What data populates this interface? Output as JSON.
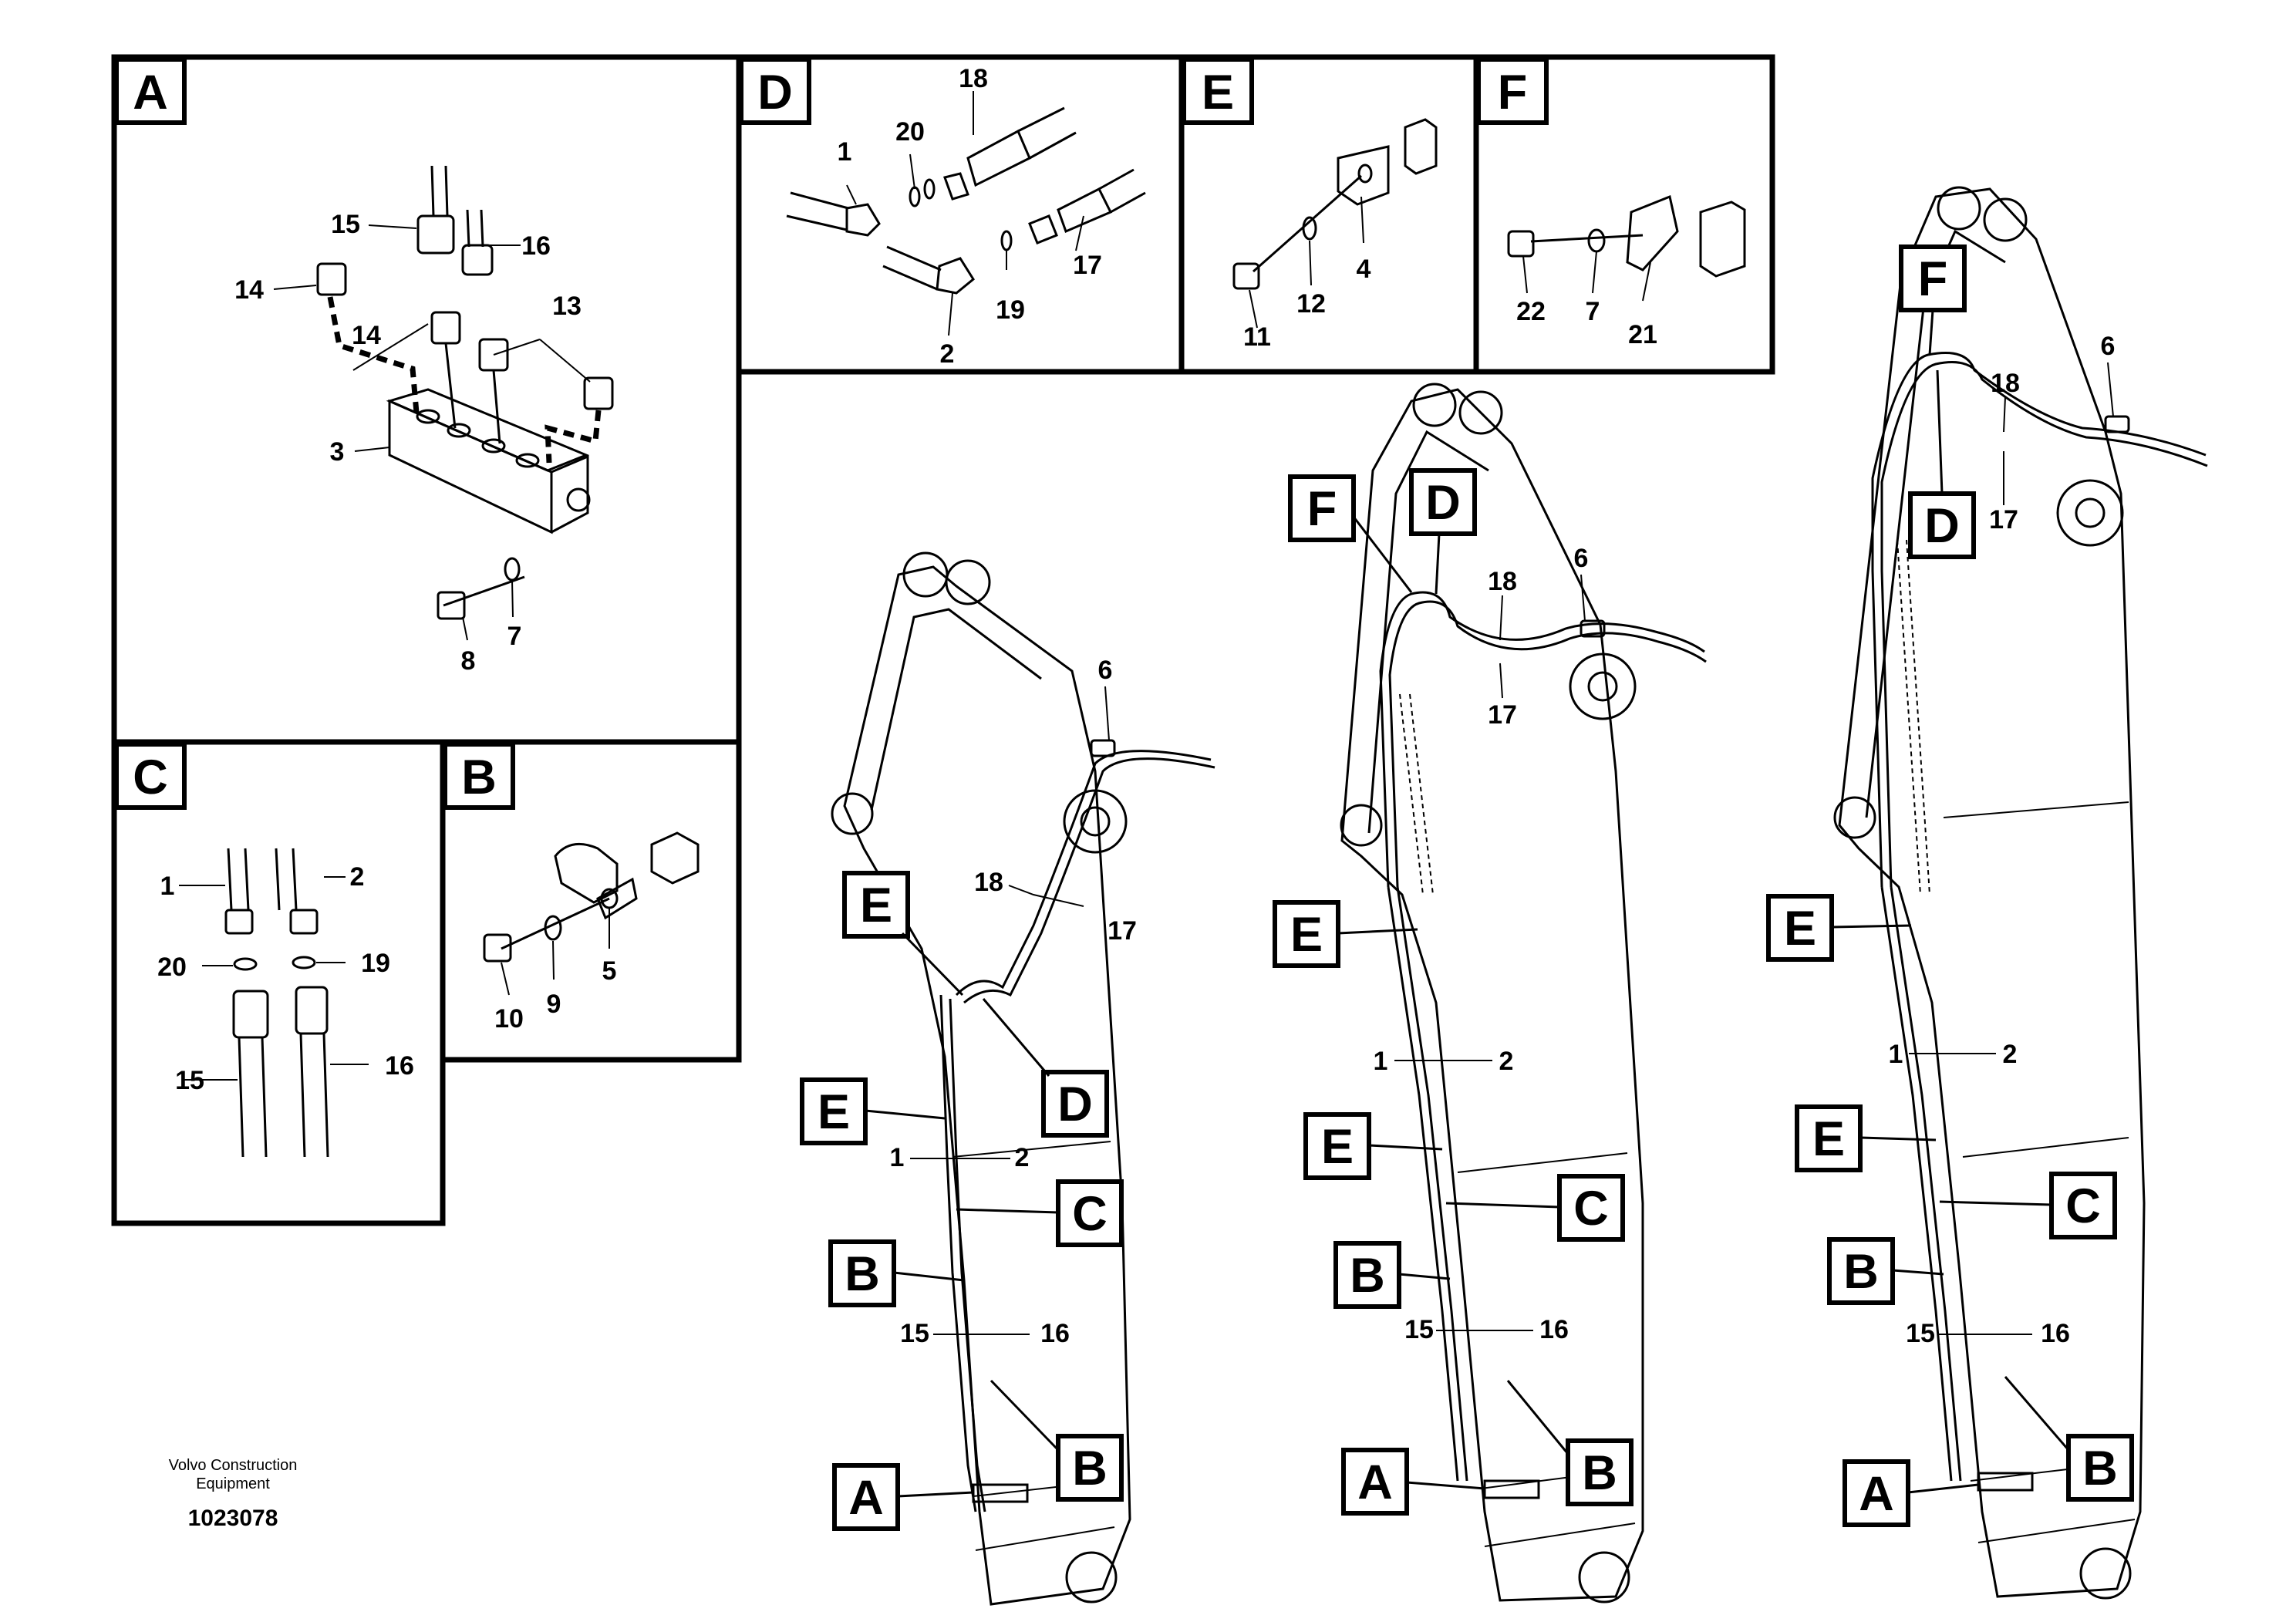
{
  "panels": {
    "A": "A",
    "B": "B",
    "C": "C",
    "D": "D",
    "E": "E",
    "F": "F"
  },
  "panel_A_labels": [
    "15",
    "16",
    "14",
    "14",
    "13",
    "3",
    "8",
    "7"
  ],
  "panel_B_labels": [
    "10",
    "9",
    "5"
  ],
  "panel_C_labels": [
    "1",
    "2",
    "20",
    "19",
    "15",
    "16"
  ],
  "panel_D_labels": [
    "18",
    "20",
    "1",
    "19",
    "17",
    "2"
  ],
  "panel_E_labels": [
    "11",
    "12",
    "4"
  ],
  "panel_F_labels": [
    "22",
    "7",
    "21"
  ],
  "boom1": {
    "callouts": [
      "E",
      "D",
      "E",
      "C",
      "B",
      "B",
      "A"
    ],
    "numbers": [
      "6",
      "18",
      "17",
      "1",
      "2",
      "15",
      "16"
    ]
  },
  "boom2": {
    "callouts": [
      "F",
      "D",
      "E",
      "E",
      "C",
      "B",
      "B",
      "A"
    ],
    "numbers": [
      "18",
      "6",
      "17",
      "1",
      "2",
      "15",
      "16"
    ]
  },
  "boom3": {
    "callouts": [
      "F",
      "D",
      "E",
      "E",
      "C",
      "B",
      "B",
      "A"
    ],
    "numbers": [
      "18",
      "6",
      "17",
      "1",
      "2",
      "15",
      "16"
    ]
  },
  "footer": {
    "company_line1": "Volvo Construction",
    "company_line2": "Equipment",
    "drawing_number": "1023078"
  }
}
